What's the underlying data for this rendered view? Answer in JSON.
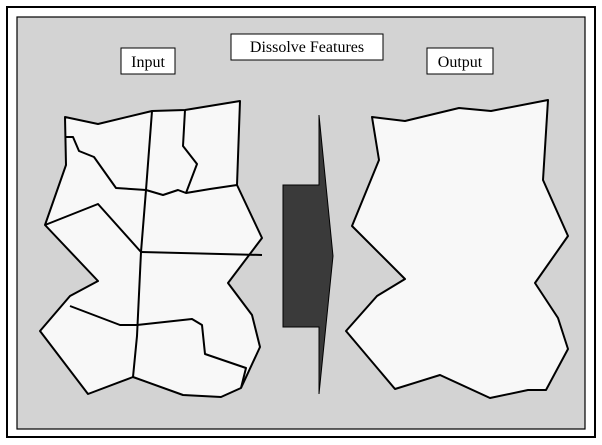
{
  "title": "Dissolve Features",
  "input_label": "Input",
  "output_label": "Output",
  "colors": {
    "panel_background": "#d3d3d3",
    "polygon_fill": "#f8f8f8",
    "arrow_fill": "#3a3a3a",
    "stroke": "#000000"
  }
}
